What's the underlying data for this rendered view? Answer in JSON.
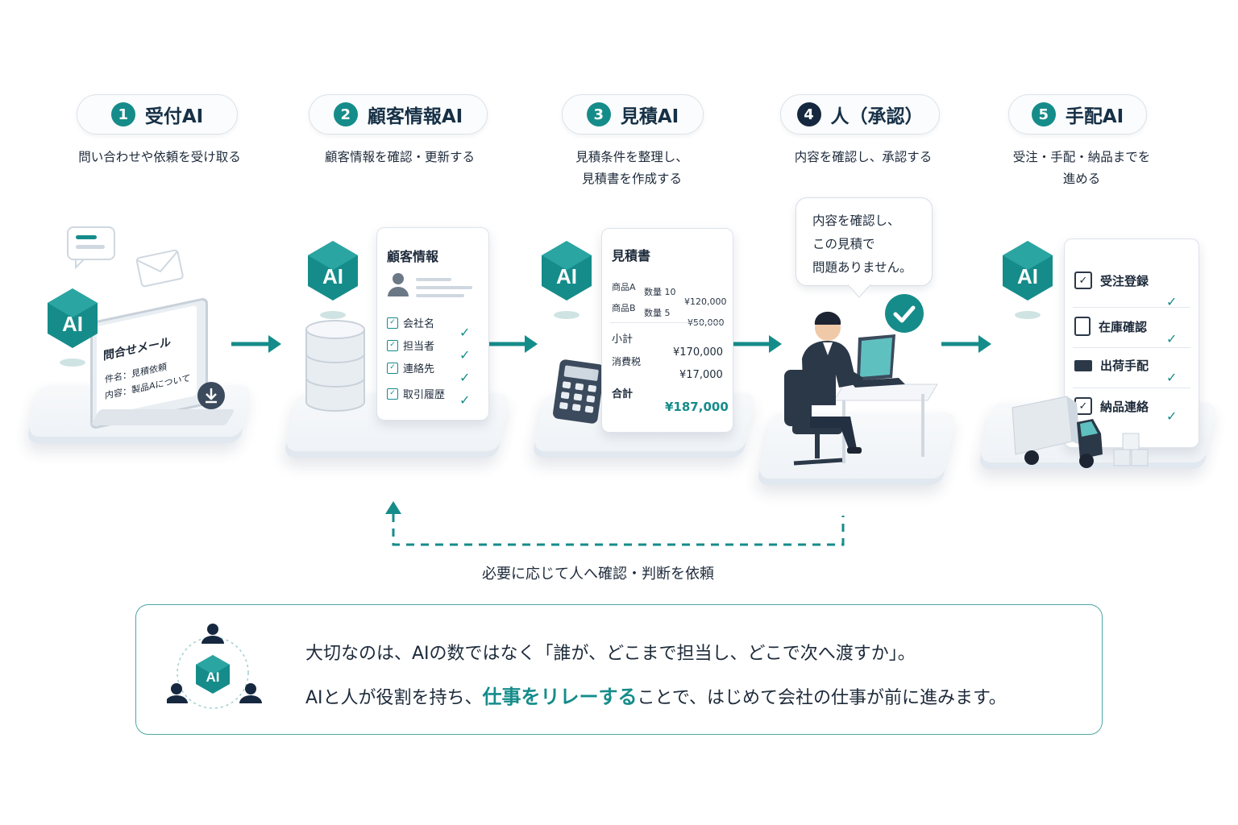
{
  "steps": [
    {
      "num": "1",
      "label": "受付AI",
      "desc": "問い合わせや依頼を受け取る"
    },
    {
      "num": "2",
      "label": "顧客情報AI",
      "desc": "顧客情報を確認・更新する"
    },
    {
      "num": "3",
      "label": "見積AI",
      "desc": "見積条件を整理し、\n見積書を作成する"
    },
    {
      "num": "4",
      "label": "人（承認）",
      "desc": "内容を確認し、承認する"
    },
    {
      "num": "5",
      "label": "手配AI",
      "desc": "受注・手配・納品までを\n進める"
    }
  ],
  "ai_badge": "AI",
  "reception": {
    "title": "問合せメール",
    "line1": "件名：見積依頼",
    "line2": "内容：製品Aについて"
  },
  "customer": {
    "title": "顧客情報",
    "items": [
      "会社名",
      "担当者",
      "連絡先",
      "取引履歴"
    ]
  },
  "quote": {
    "title": "見積書",
    "rows": [
      {
        "item": "商品A",
        "qty": "数量 10",
        "price": "¥120,000"
      },
      {
        "item": "商品B",
        "qty": "数量 5",
        "price": "¥50,000"
      }
    ],
    "subtotal_label": "小計",
    "subtotal": "¥170,000",
    "tax_label": "消費税",
    "tax": "¥17,000",
    "total_label": "合計",
    "total": "¥187,000"
  },
  "approval_bubble": "内容を確認し、\nこの見積で\n問題ありません。",
  "arrange": {
    "items": [
      "受注登録",
      "在庫確認",
      "出荷手配",
      "納品連絡"
    ]
  },
  "feedback_label": "必要に応じて人へ確認・判断を依頼",
  "summary": {
    "line1": "大切なのは、AIの数ではなく「誰が、どこまで担当し、どこで次へ渡すか」。",
    "line2_pre": "AIと人が役割を持ち、",
    "line2_hl": "仕事をリレーする",
    "line2_post": "ことで、はじめて会社の仕事が前に進みます。"
  },
  "colors": {
    "accent": "#158c8a",
    "dark": "#16283f"
  }
}
